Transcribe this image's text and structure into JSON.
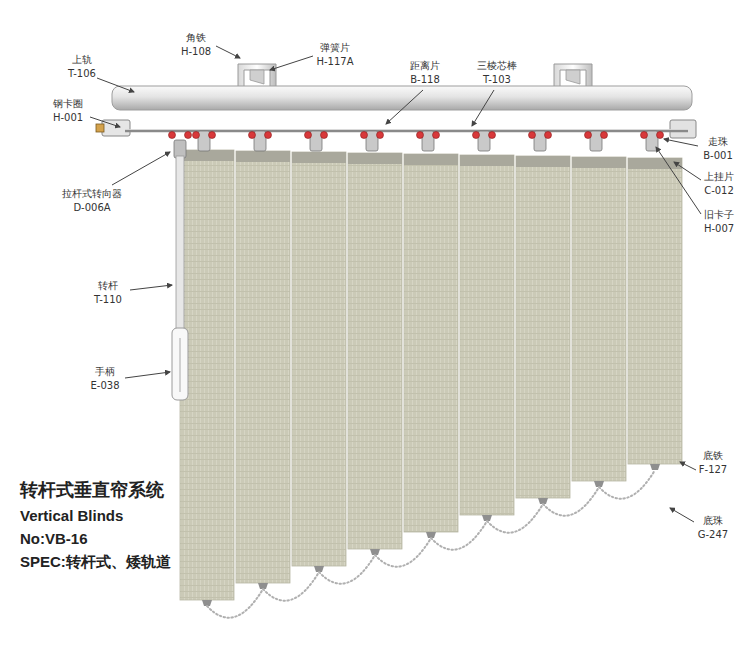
{
  "diagram": {
    "title": "转杆式垂直帘系统",
    "labels": [
      "角铁",
      "H-108",
      "弹簧片",
      "H-117A",
      "上轨",
      "T-106",
      "距离片",
      "B-118",
      "三棱芯棒",
      "T-103",
      "钢卡圈",
      "H-001",
      "走珠",
      "B-001",
      "拉杆式转向器",
      "D-006A",
      "上挂片",
      "C-012",
      "旧卡子",
      "H-007",
      "转杆",
      "T-110",
      "手柄",
      "E-038",
      "底铁",
      "F-127",
      "底珠",
      "G-247",
      "Vertical Blinds",
      "No:VB-16",
      "SPEC:转杆式、矮轨道"
    ]
  }
}
